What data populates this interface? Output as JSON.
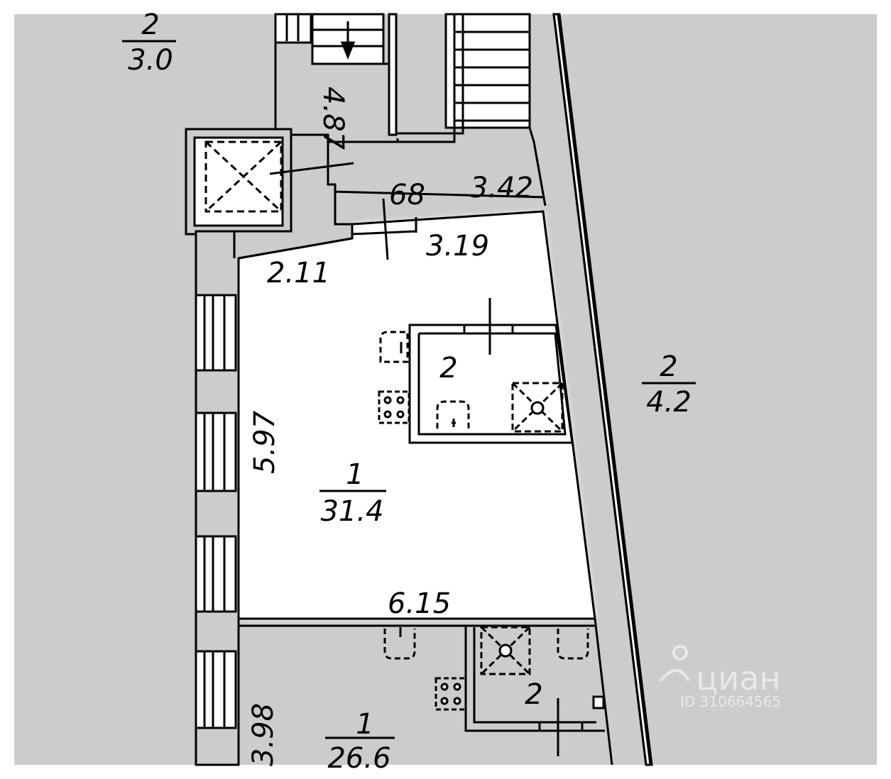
{
  "rooms": {
    "top_left": {
      "number": "2",
      "area": "3.0"
    },
    "right": {
      "number": "2",
      "area": "4.2"
    },
    "main": {
      "number": "1",
      "area": "31.4"
    },
    "bottom": {
      "number": "1",
      "area": "26.6"
    },
    "island_top": {
      "number": "2"
    },
    "island_bottom": {
      "number": "2"
    }
  },
  "dimensions": {
    "corridor_len": "4.87",
    "corridor_68": "68",
    "top_342": "3.42",
    "top_319": "3.19",
    "top_211": "2.11",
    "left_597": "5.97",
    "bottom_615": "6.15",
    "left_398": "3.98"
  },
  "watermark": {
    "brand": "циан",
    "id": "ID 310664565"
  },
  "colors": {
    "wall": "#000000",
    "floor_grey": "#cccccc",
    "floor_white": "#ffffff"
  }
}
